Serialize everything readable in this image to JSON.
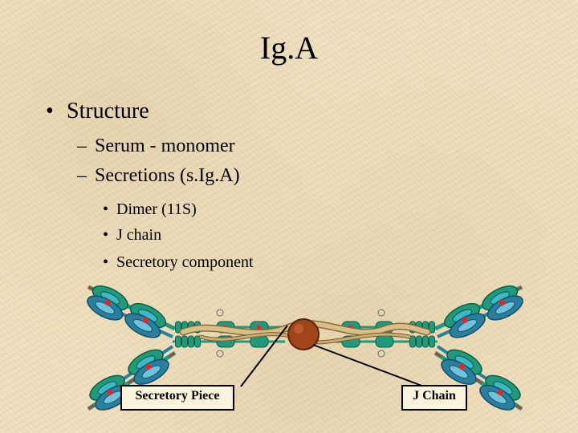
{
  "slide": {
    "title": "Ig.A",
    "bullets": [
      {
        "level": 1,
        "marker": "•",
        "text": "Structure"
      },
      {
        "level": 2,
        "marker": "–",
        "text": "Serum - monomer"
      },
      {
        "level": 2,
        "marker": "–",
        "text": "Secretions (s.Ig.A)"
      },
      {
        "level": 3,
        "marker": "•",
        "text": "Dimer (11S)"
      },
      {
        "level": 3,
        "marker": "•",
        "text": "J chain"
      },
      {
        "level": 3,
        "marker": "•",
        "text": "Secretory component"
      }
    ]
  },
  "diagram": {
    "labels": {
      "secretory_piece": "Secretory Piece",
      "j_chain": "J Chain"
    },
    "colors": {
      "domain_green": "#1f9a7c",
      "domain_teal": "#2a7f9e",
      "disulfide_red": "#e02828",
      "secretory_tan": "#d9c08a",
      "j_chain_brown": "#a0441a"
    }
  }
}
